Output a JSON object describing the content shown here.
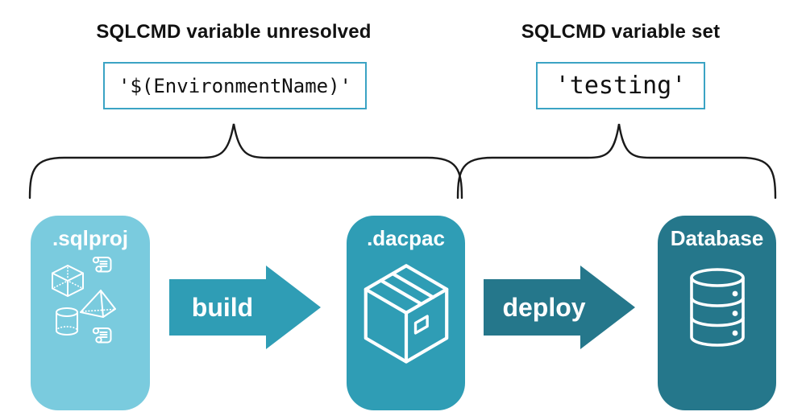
{
  "colors": {
    "background": "#ffffff",
    "sqlproj_box": "#7ACBDE",
    "dacpac_box_and_build_arrow": "#2F9DB5",
    "database_box_and_deploy_arrow": "#25778B",
    "code_box_border": "#3BA3C4",
    "brace_stroke": "#1a1a1a",
    "text_dark": "#111111",
    "text_on_color": "#ffffff"
  },
  "annotations": {
    "unresolved": {
      "heading": "SQLCMD variable unresolved",
      "code": "'$(EnvironmentName)'"
    },
    "resolved": {
      "heading": "SQLCMD variable set",
      "code": "'testing'"
    }
  },
  "pipeline": {
    "stages": [
      {
        "label": ".sqlproj",
        "icon": "sql-project-objects-icon"
      },
      {
        "label": ".dacpac",
        "icon": "package-icon"
      },
      {
        "label": "Database",
        "icon": "database-icon"
      }
    ],
    "arrows": [
      {
        "label": "build"
      },
      {
        "label": "deploy"
      }
    ]
  }
}
